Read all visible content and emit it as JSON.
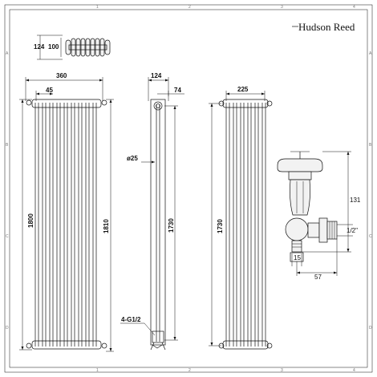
{
  "brand": {
    "name": "Hudson Reed"
  },
  "grid": {
    "columns": [
      "1",
      "2",
      "3",
      "4"
    ],
    "rows": [
      "A",
      "B",
      "C",
      "D"
    ]
  },
  "top_view": {
    "depth": "124",
    "section": "100"
  },
  "front_view": {
    "overall_width": "360",
    "column_spacing": "45",
    "height": "1800",
    "height_inner": "1810"
  },
  "side_view": {
    "depth": "124",
    "offset": "74",
    "tube_diameter": "ø25",
    "connection_height": "1730",
    "connections": "4-G1/2"
  },
  "rear_view": {
    "connection_centres": "225",
    "connection_height": "1730"
  },
  "valve": {
    "height": "131",
    "thread": "1/2\"",
    "tail": "15",
    "length": "57"
  }
}
